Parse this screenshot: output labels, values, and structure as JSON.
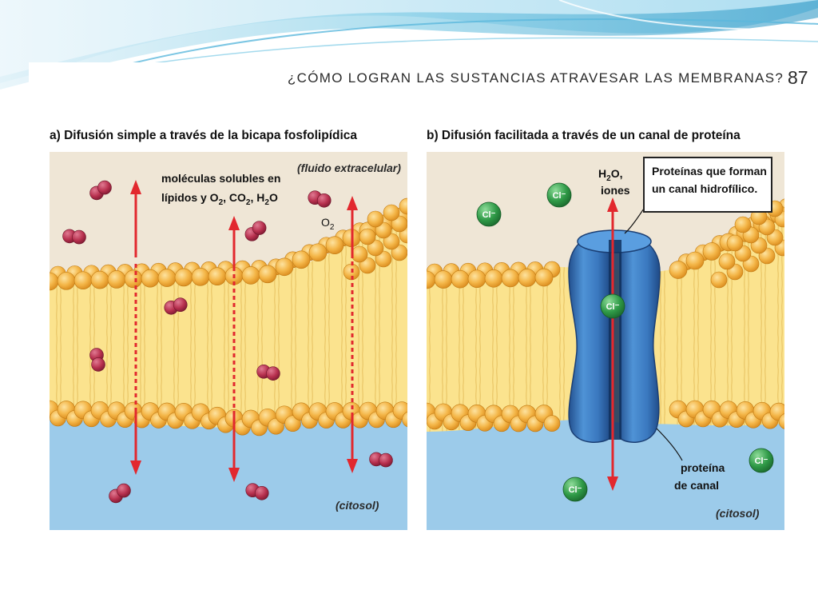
{
  "header": {
    "title": "¿CÓMO LOGRAN LAS SUSTANCIAS ATRAVESAR LAS MEMBRANAS?",
    "page_number": "87"
  },
  "panel_a": {
    "title": "a) Difusión simple a través de la bicapa fosfolipídica",
    "molecules_label_line1": "moléculas solubles en",
    "molecules_label_line2_prefix": "lípidos y O",
    "molecules_label_line2_rest": ",  CO",
    "molecules_label_line2_mid": ",  H",
    "molecules_label_line2_end": "O",
    "subscript_2": "2",
    "extracellular_label": "(fluido extracelular)",
    "o2_label": "O",
    "cytosol_label": "(citosol)"
  },
  "panel_b": {
    "title": "b) Difusión facilitada a través de un canal de proteína",
    "water_label_prefix": "H",
    "water_label_suffix": "O,",
    "water_label_line2": "iones",
    "callout_line1": "Proteínas que forman",
    "callout_line2": "un canal hidrofílico.",
    "protein_label_line1": "proteína",
    "protein_label_line2": "de canal",
    "cytosol_label": "(citosol)",
    "ion_symbol": "Cl⁻"
  },
  "colors": {
    "extracellular_bg": "#efe6d6",
    "cytosol_bg": "#9ccbea",
    "lipid_tail": "#fbe28a",
    "lipid_head": "#f0a93a",
    "arrow_red": "#e2282e",
    "molecule_red": "#b7304e",
    "ion_green": "#2f9a47",
    "protein_blue": "#3f7fc4"
  }
}
